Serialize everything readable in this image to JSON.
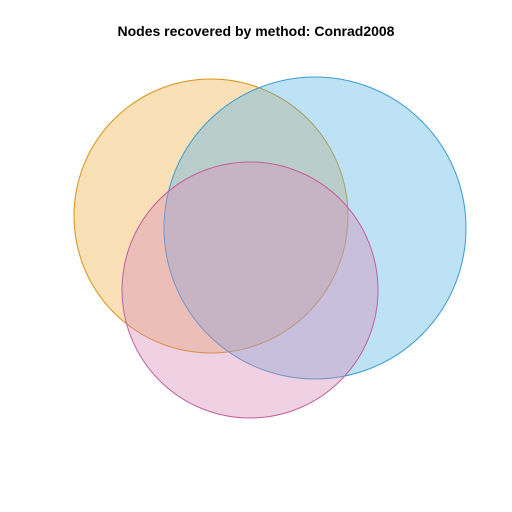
{
  "title": "Nodes recovered by method: Conrad2008",
  "sets": [
    {
      "key": "set-a",
      "fill": "#f0b14a",
      "stroke": "#d89312"
    },
    {
      "key": "set-b",
      "fill": "#5bb5e6",
      "stroke": "#3a9bd2"
    },
    {
      "key": "set-c",
      "fill": "#d98cb8",
      "stroke": "#c0609b"
    }
  ],
  "fill_opacity": 0.4
}
